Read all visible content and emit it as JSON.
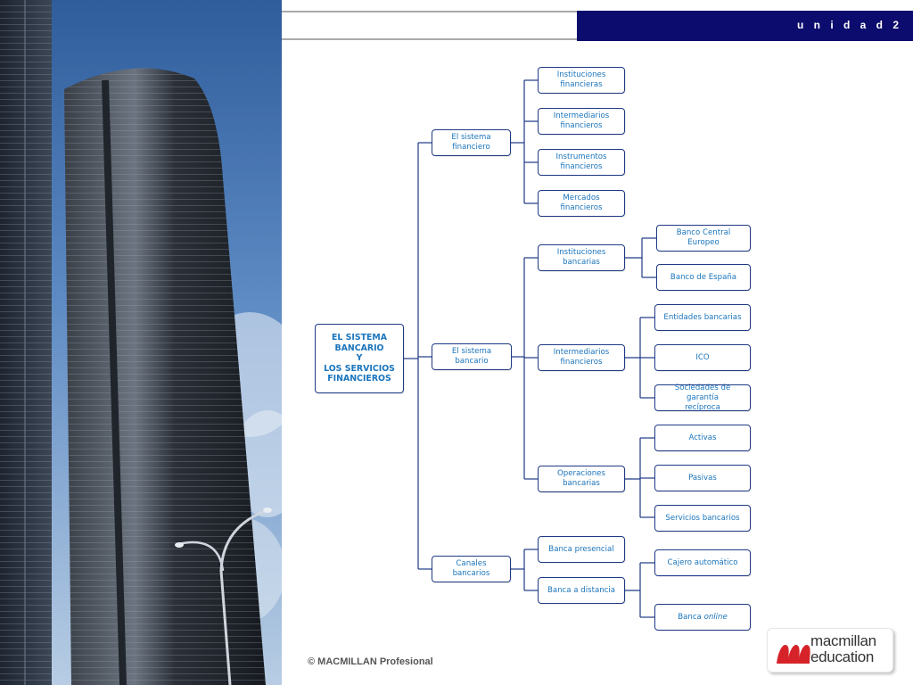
{
  "header": {
    "unit_label": "u n i d a d  2"
  },
  "footer": {
    "copyright": "© MACMILLAN Profesional"
  },
  "logo": {
    "line1": "macmillan",
    "line2": "education"
  },
  "diagram": {
    "root": "EL SISTEMA\nBANCARIO\nY\nLOS SERVICIOS\nFINANCIEROS",
    "sistema_financiero": {
      "label": "El sistema\nfinanciero",
      "children": [
        "Instituciones\nfinancieras",
        "Intermediarios\nfinancieros",
        "Instrumentos\nfinancieros",
        "Mercados financieros"
      ]
    },
    "sistema_bancario": {
      "label": "El sistema\nbancario",
      "instituciones": {
        "label": "Instituciones\nbancarias",
        "children": [
          "Banco Central Europeo",
          "Banco de España"
        ]
      },
      "intermediarios": {
        "label": "Intermediarios\nfinancieros",
        "children": [
          "Entidades bancarias",
          "ICO",
          "Sociedades de garantía\nrecíproca"
        ]
      },
      "operaciones": {
        "label": "Operaciones\nbancarias",
        "children": [
          "Activas",
          "Pasivas",
          "Servicios bancarios"
        ]
      }
    },
    "canales": {
      "label": "Canales\nbancarios",
      "presencial": "Banca presencial",
      "distancia": {
        "label": "Banca a distancia",
        "children": [
          "Cajero automático"
        ]
      },
      "online_prefix": "Banca ",
      "online_word": "online"
    }
  }
}
